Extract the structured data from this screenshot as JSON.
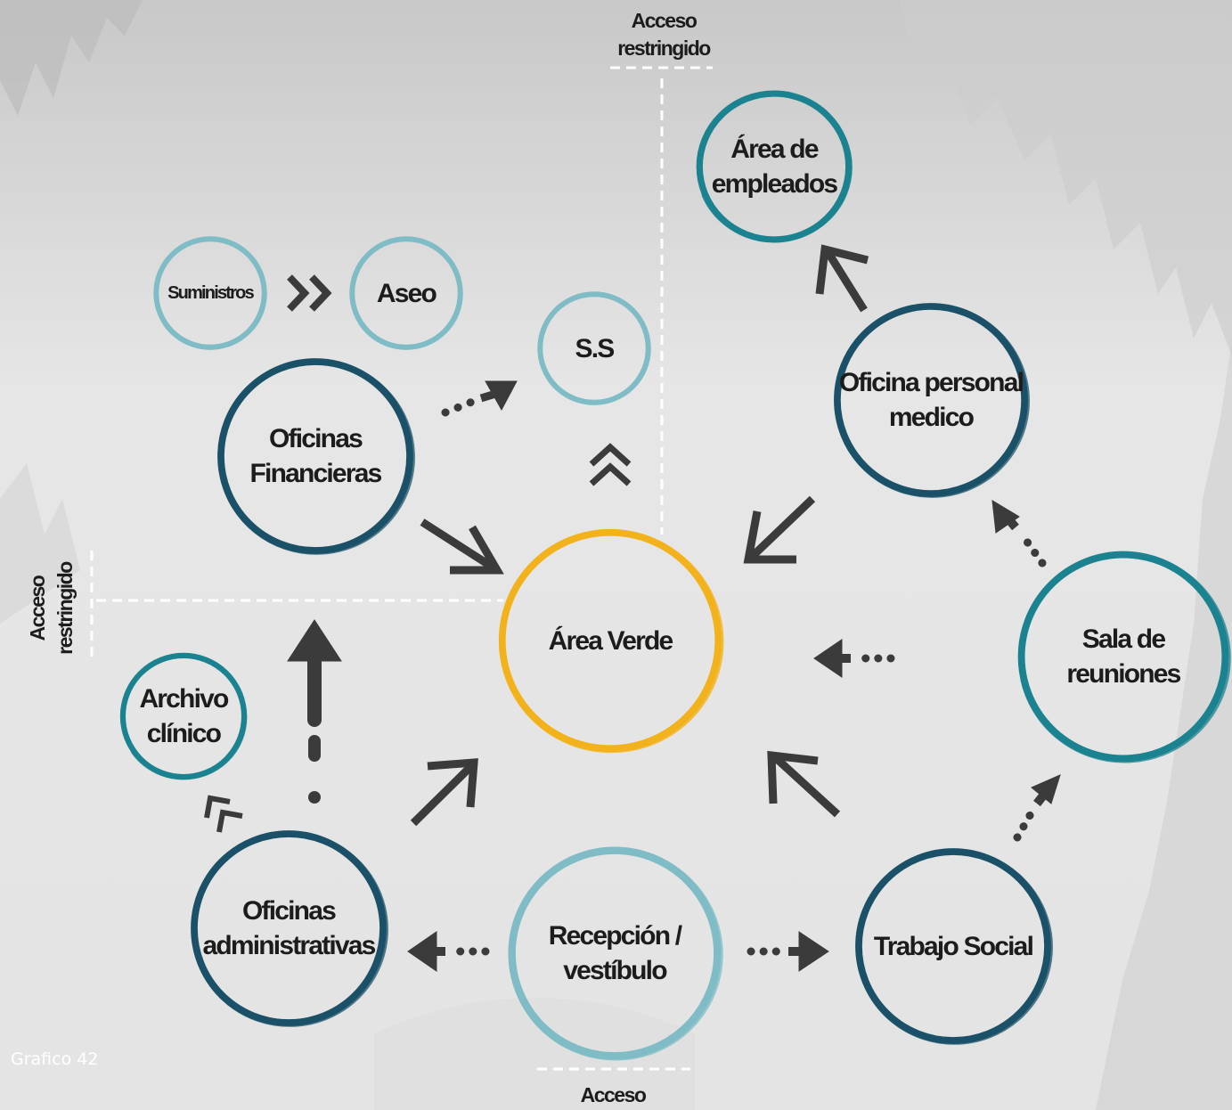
{
  "nodes": {
    "area_empleados": {
      "label": "Área de\nempleados",
      "color": "#1b8290"
    },
    "suministros": {
      "label": "Suministros",
      "color": "#7fbcc6"
    },
    "aseo": {
      "label": "Aseo",
      "color": "#7fbcc6"
    },
    "ss": {
      "label": "S.S",
      "color": "#7fbcc6"
    },
    "oficinas_financieras": {
      "label": "Oficinas\nFinancieras",
      "color": "#1b5168"
    },
    "oficina_personal_medico": {
      "label": "Oficina personal\nmedico",
      "color": "#1b5168"
    },
    "area_verde": {
      "label": "Área Verde",
      "color": "#f2b21b"
    },
    "sala_reuniones": {
      "label": "Sala de\nreuniones",
      "color": "#1b8290"
    },
    "archivo_clinico": {
      "label": "Archivo\nclínico",
      "color": "#1b8290"
    },
    "oficinas_administrativas": {
      "label": "Oficinas\nadministrativas",
      "color": "#1b5168"
    },
    "recepcion": {
      "label": "Recepción /\nvestíbulo",
      "color": "#7fbcc6"
    },
    "trabajo_social": {
      "label": "Trabajo Social",
      "color": "#1b5168"
    }
  },
  "zones": {
    "top_restricted": "Acceso\nrestringido",
    "left_restricted": "Acceso\nrestringido",
    "bottom_access": "Acceso"
  },
  "caption": "Grafico 42",
  "colors": {
    "arrow": "#3b3b3b",
    "dashed_line": "#ffffff",
    "background_light": "#e8e8e8",
    "background_dark": "#bdbdbd"
  }
}
